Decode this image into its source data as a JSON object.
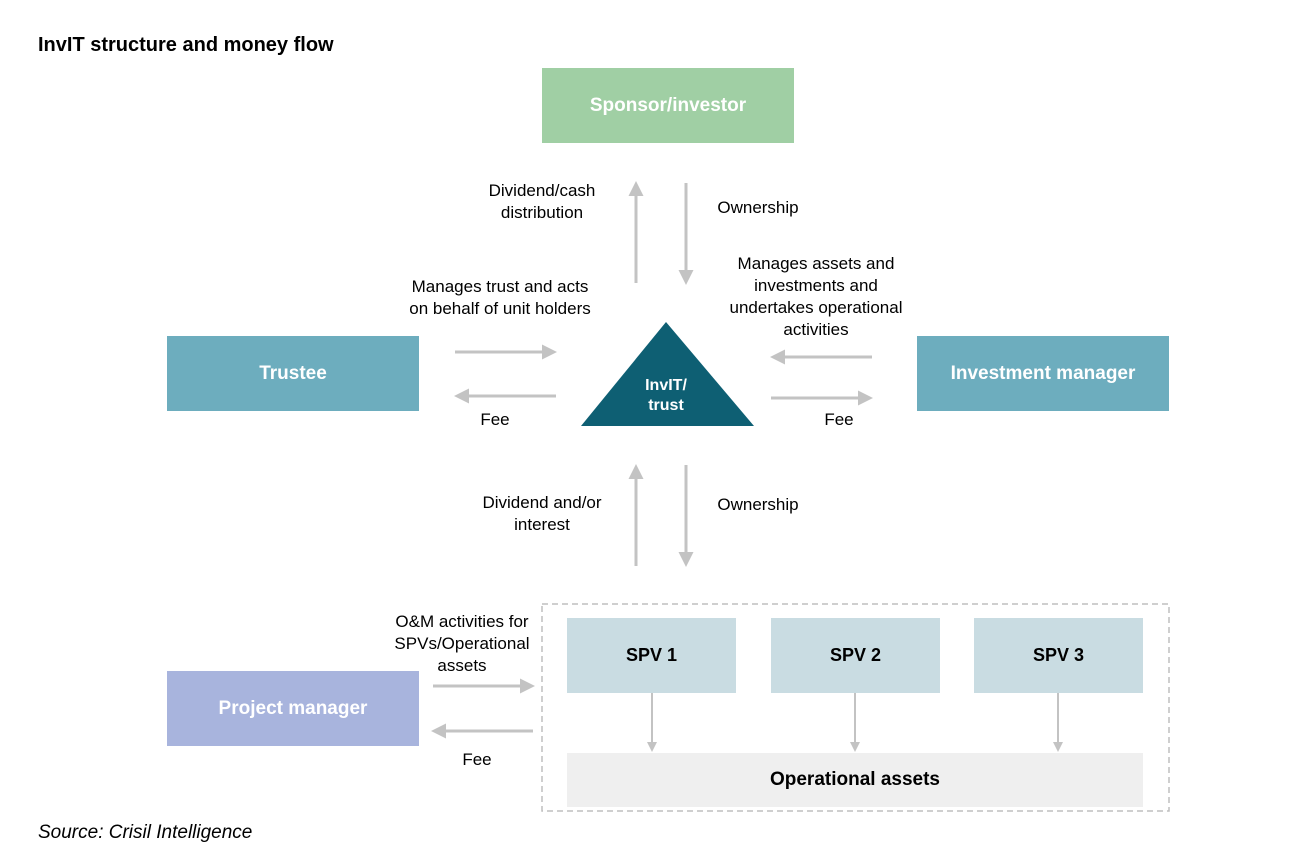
{
  "title": "InvIT structure and money flow",
  "source": "Source: Crisil Intelligence",
  "colors": {
    "sponsor": "#a0cfa4",
    "trustee": "#6dadbe",
    "investment_manager": "#6dadbe",
    "project_manager": "#a8b4dd",
    "invit": "#0e5f73",
    "spv": "#c9dce2",
    "operational_assets": "#efefef",
    "arrow": "#c3c3c3"
  },
  "nodes": {
    "sponsor": "Sponsor/investor",
    "trustee": "Trustee",
    "investment_manager": "Investment manager",
    "invit_line1": "InvIT/",
    "invit_line2": "trust",
    "project_manager": "Project manager",
    "spv1": "SPV 1",
    "spv2": "SPV 2",
    "spv3": "SPV 3",
    "operational_assets": "Operational assets"
  },
  "labels": {
    "dividend_cash": "Dividend/cash\ndistribution",
    "ownership_top": "Ownership",
    "manages_trust": "Manages trust and acts\non behalf of unit holders",
    "manages_assets": "Manages assets and\ninvestments and\nundertakes operational\nactivities",
    "fee_trustee": "Fee",
    "fee_investment": "Fee",
    "dividend_interest": "Dividend and/or\ninterest",
    "ownership_bottom": "Ownership",
    "om_activities": "O&M activities for\nSPVs/Operational\nassets",
    "fee_project": "Fee"
  }
}
